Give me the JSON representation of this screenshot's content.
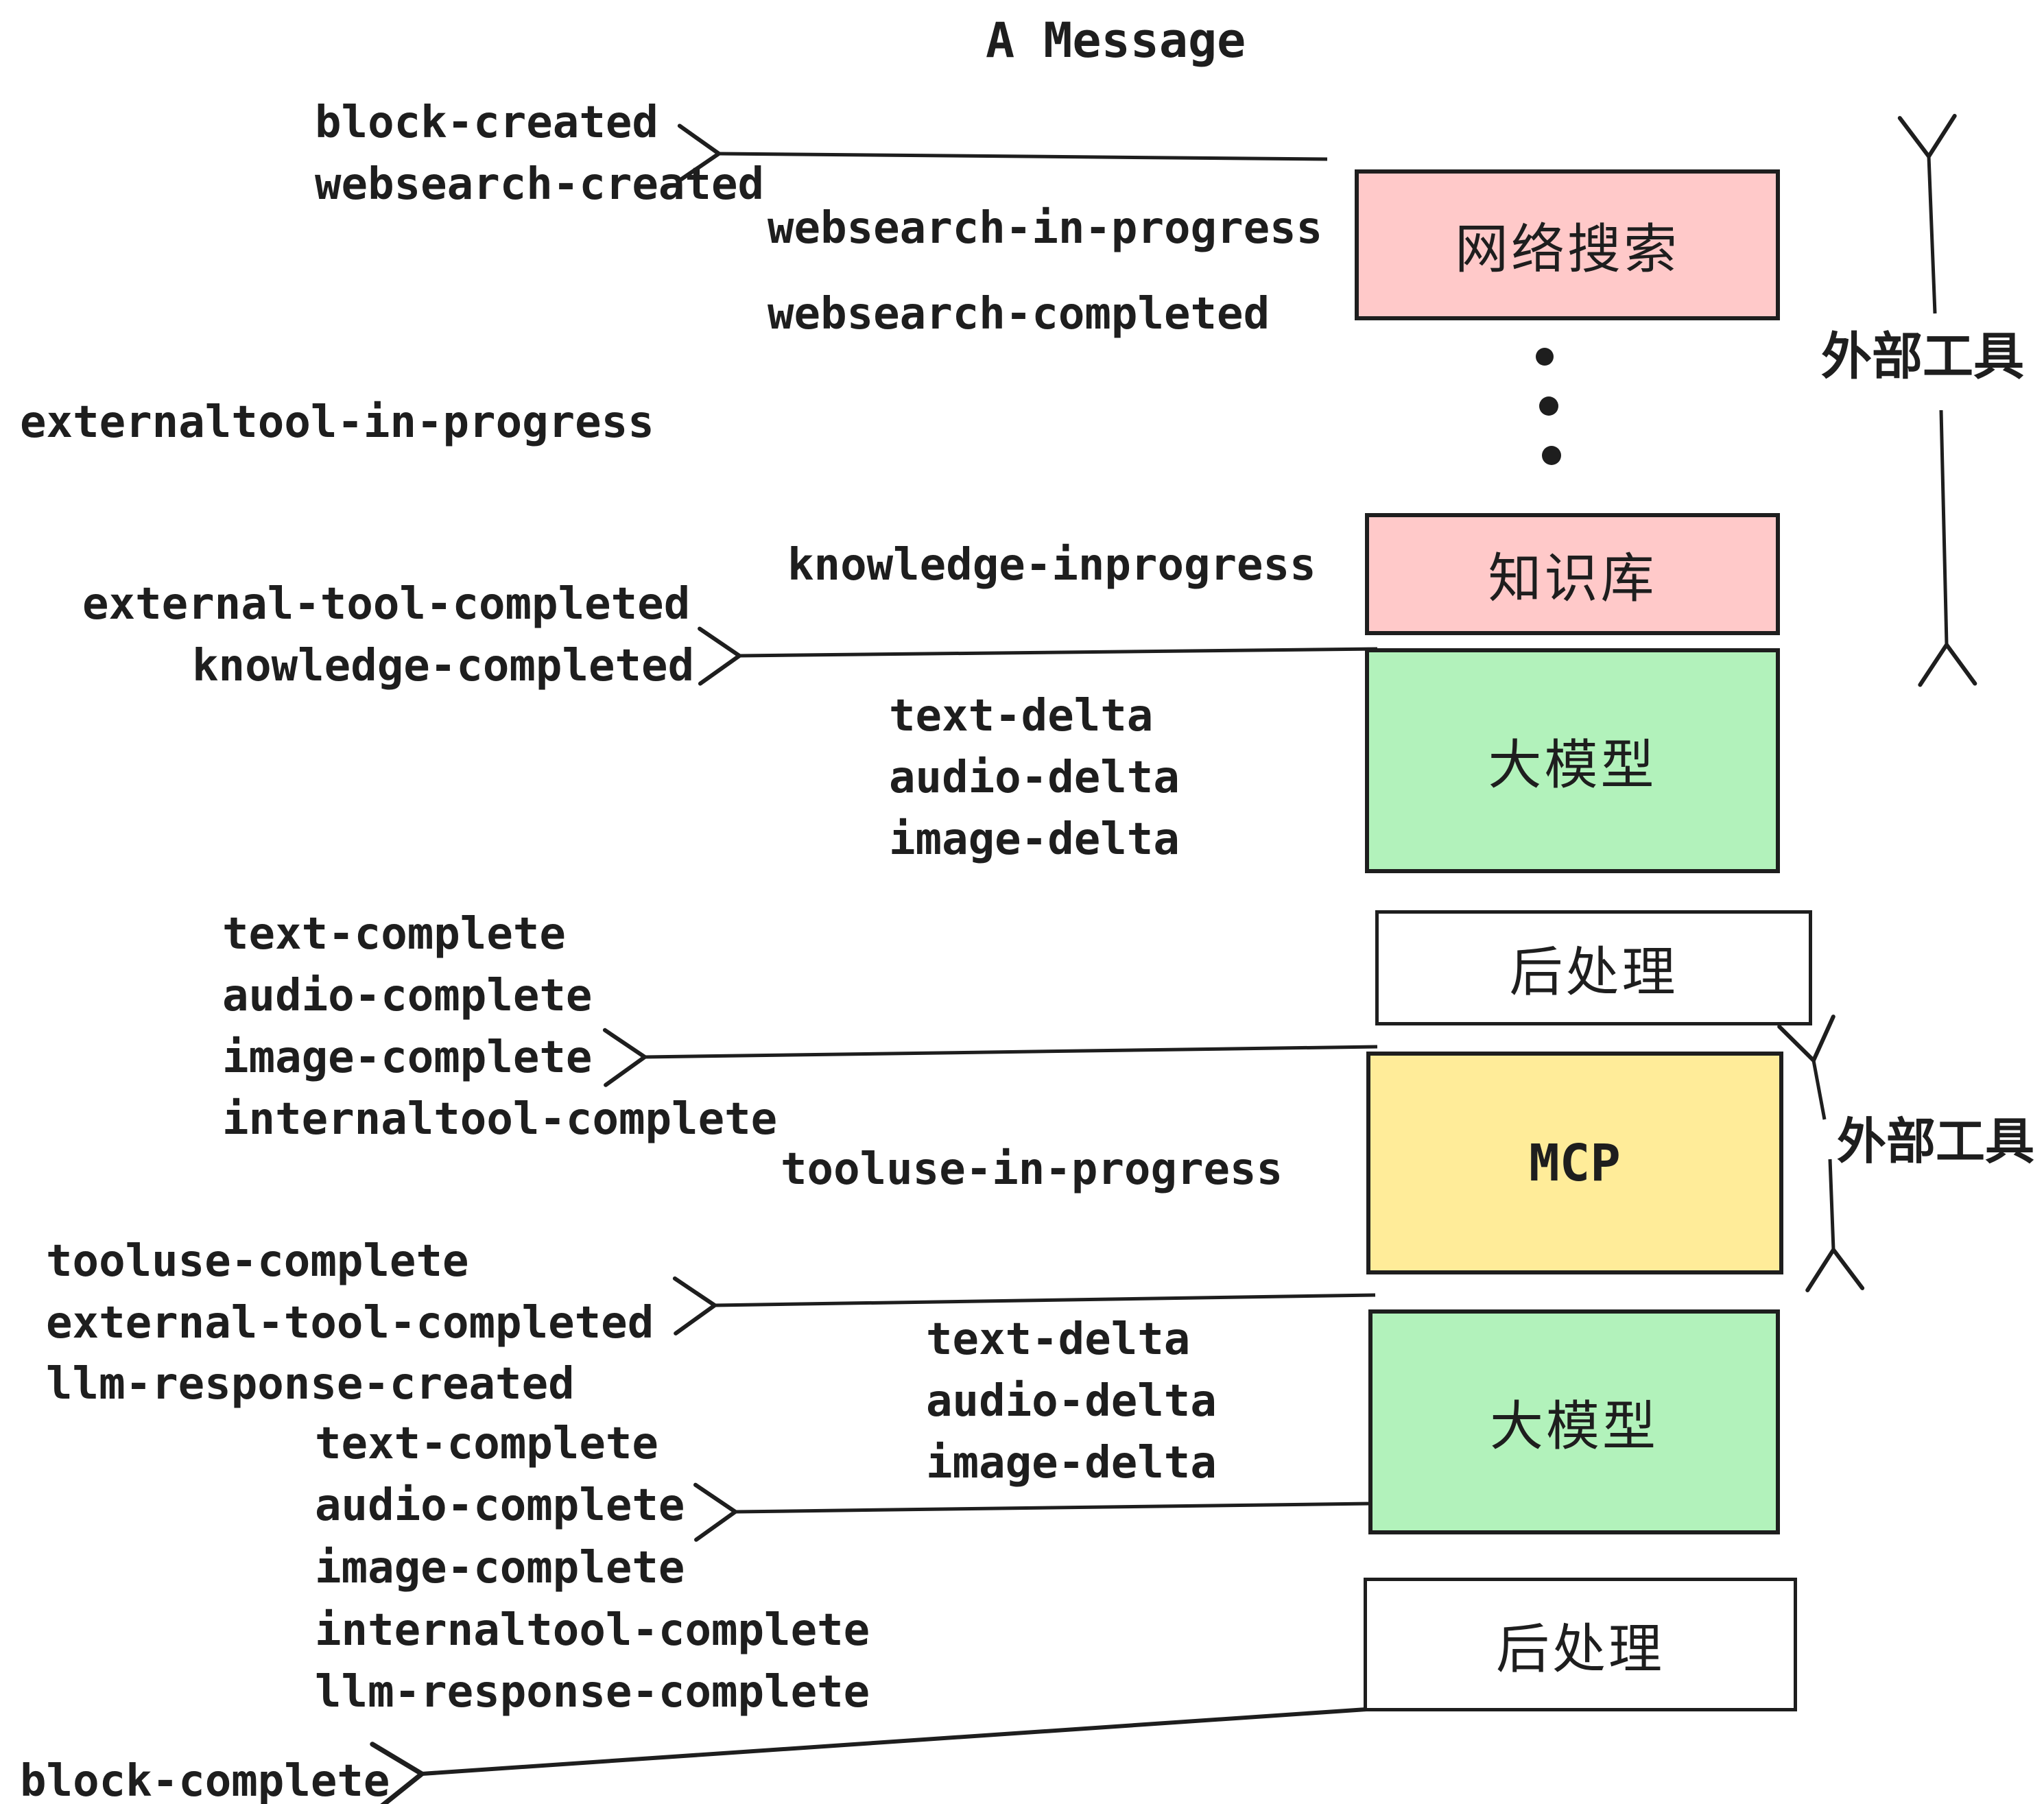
{
  "title": "A Message",
  "events": {
    "block_created": "block-created",
    "websearch_created": "websearch-created",
    "websearch_in_progress": "websearch-in-progress",
    "websearch_completed": "websearch-completed",
    "externaltool_in_progress": "externaltool-in-progress",
    "knowledge_inprogress": "knowledge-inprogress",
    "external_tool_completed_1": "external-tool-completed",
    "knowledge_completed": "knowledge-completed",
    "text_delta_1": "text-delta",
    "audio_delta_1": "audio-delta",
    "image_delta_1": "image-delta",
    "text_complete_1": "text-complete",
    "audio_complete_1": "audio-complete",
    "image_complete_1": "image-complete",
    "internaltool_complete_1": "internaltool-complete",
    "tooluse_in_progress": "tooluse-in-progress",
    "tooluse_complete": "tooluse-complete",
    "external_tool_completed_2": "external-tool-completed",
    "llm_response_created": "llm-response-created",
    "text_delta_2": "text-delta",
    "audio_delta_2": "audio-delta",
    "image_delta_2": "image-delta",
    "text_complete_2": "text-complete",
    "audio_complete_2": "audio-complete",
    "image_complete_2": "image-complete",
    "internaltool_complete_2": "internaltool-complete",
    "llm_response_complete": "llm-response-complete",
    "block_complete": "block-complete"
  },
  "boxes": {
    "websearch": "网络搜索",
    "knowledge": "知识库",
    "llm1": "大模型",
    "post1": "后处理",
    "mcp": "MCP",
    "llm2": "大模型",
    "post2": "后处理"
  },
  "side_labels": {
    "external_tools_top": "外部工具",
    "external_tools_bottom": "外部工具"
  },
  "colors": {
    "pink": "#ffc9c9",
    "green": "#b2f2bb",
    "yellow": "#ffec99",
    "white": "#ffffff",
    "ink": "#1e1e1e",
    "background": "#ffffff"
  }
}
